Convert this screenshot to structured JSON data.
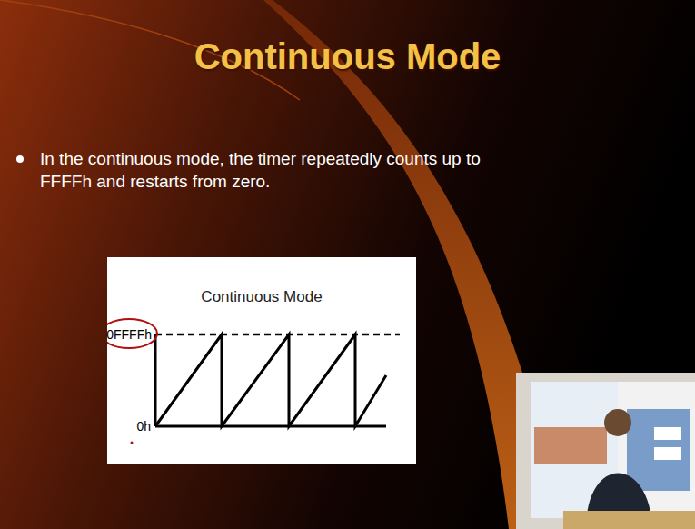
{
  "diagram": {
    "title": "Continuous Mode",
    "nodes": [
      {
        "text": [
          "Continuous Mode"
        ]
      }
    ],
    "labels": [
      "In the continuous mode, the timer repeatedly counts up to FFFFh and restarts from zero.",
      "0FFFFh",
      "0h"
    ]
  }
}
